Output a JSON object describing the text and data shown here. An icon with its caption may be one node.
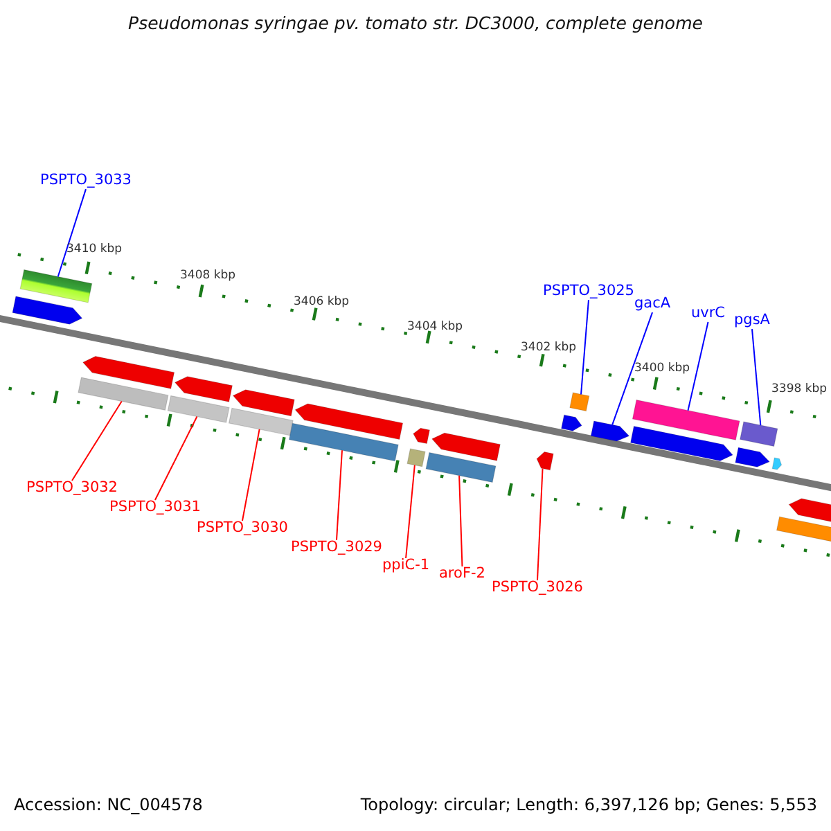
{
  "diagram": {
    "title": "Pseudomonas syringae pv. tomato str. DC3000, complete genome",
    "nodes": [
      {
        "text": [
          "PSPTO_3033"
        ]
      },
      {
        "text": [
          "PSPTO_3025"
        ]
      },
      {
        "text": [
          "gacA"
        ]
      },
      {
        "text": [
          "uvrC"
        ]
      },
      {
        "text": [
          "pgsA"
        ]
      },
      {
        "text": [
          "PSPTO_3032"
        ]
      },
      {
        "text": [
          "PSPTO_3031"
        ]
      },
      {
        "text": [
          "PSPTO_3030"
        ]
      },
      {
        "text": [
          "PSPTO_3029"
        ]
      },
      {
        "text": [
          "ppiC-1"
        ]
      },
      {
        "text": [
          "aroF-2"
        ]
      },
      {
        "text": [
          "PSPTO_3026"
        ]
      },
      {
        "text": [],
        "shape": "bar"
      },
      {
        "text": [],
        "shape": "arrow"
      },
      {
        "text": [],
        "shape": "arrow"
      },
      {
        "text": [],
        "shape": "bar"
      },
      {
        "text": [],
        "shape": "arrow"
      },
      {
        "text": [],
        "shape": "bar"
      },
      {
        "text": [],
        "shape": "arrow"
      },
      {
        "text": [],
        "shape": "bar"
      },
      {
        "text": [],
        "shape": "arrow"
      },
      {
        "text": [],
        "shape": "bar"
      },
      {
        "text": [],
        "shape": "arrow"
      },
      {
        "text": [],
        "shape": "bar"
      },
      {
        "text": [],
        "shape": "arrow"
      },
      {
        "text": [],
        "shape": "bar"
      },
      {
        "text": [],
        "shape": "arrow"
      },
      {
        "text": [],
        "shape": "arrow"
      },
      {
        "text": [],
        "shape": "bar"
      },
      {
        "text": [],
        "shape": "arrow"
      },
      {
        "text": [],
        "shape": "arrow"
      },
      {
        "text": [],
        "shape": "bar"
      },
      {
        "text": [],
        "shape": "arrow"
      },
      {
        "text": [],
        "shape": "bar"
      },
      {
        "text": [],
        "shape": "arrow"
      },
      {
        "text": [],
        "shape": "bar"
      },
      {
        "text": [],
        "shape": "arrow"
      }
    ],
    "edges": [
      {
        "from": 0,
        "to": 12,
        "arrow": "none",
        "color": "#0000ff"
      },
      {
        "from": 1,
        "to": 28,
        "arrow": "none",
        "color": "#0000ff"
      },
      {
        "from": 2,
        "to": 29,
        "arrow": "none",
        "color": "#0000ff"
      },
      {
        "from": 3,
        "to": 31,
        "arrow": "none",
        "color": "#0000ff"
      },
      {
        "from": 4,
        "to": 33,
        "arrow": "none",
        "color": "#0000ff"
      },
      {
        "from": 5,
        "to": 15,
        "arrow": "none"
      },
      {
        "from": 6,
        "to": 17,
        "arrow": "none"
      },
      {
        "from": 7,
        "to": 19,
        "arrow": "none"
      },
      {
        "from": 8,
        "to": 21,
        "arrow": "none"
      },
      {
        "from": 9,
        "to": 23,
        "arrow": "none"
      },
      {
        "from": 10,
        "to": 25,
        "arrow": "none"
      },
      {
        "from": 11,
        "to": 26,
        "arrow": "none"
      }
    ],
    "labels": [
      "3410 kbp",
      "3408 kbp",
      "3406 kbp",
      "3404 kbp",
      "3402 kbp",
      "3400 kbp",
      "3398 kbp",
      "Accession: NC_004578",
      "Topology: circular; Length: 6,397,126 bp; Genes: 5,553"
    ]
  }
}
